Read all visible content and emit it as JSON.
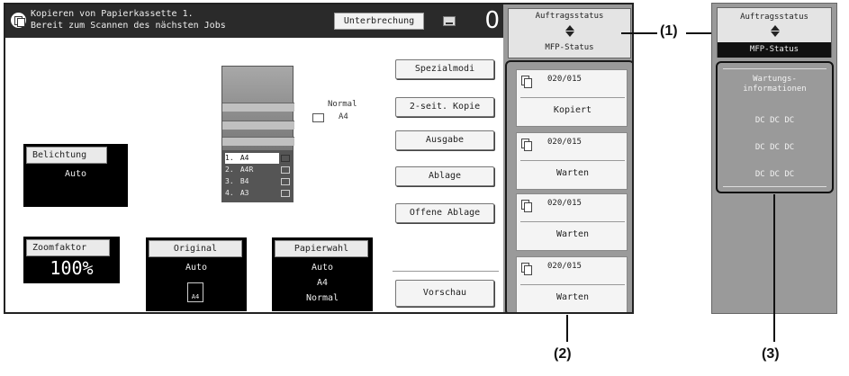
{
  "header": {
    "message_line1": "Kopieren von Papierkassette 1.",
    "message_line2": "Bereit zum Scannen des nächsten Jobs",
    "interrupt_label": "Unterbrechung",
    "copy_count": "0"
  },
  "machine": {
    "output_paper_label": "Normal",
    "output_paper_size": "A4",
    "trays": [
      {
        "num": "1.",
        "size": "A4"
      },
      {
        "num": "2.",
        "size": "A4R"
      },
      {
        "num": "3.",
        "size": "B4"
      },
      {
        "num": "4.",
        "size": "A3"
      }
    ]
  },
  "settings": {
    "exposure_label": "Belichtung",
    "exposure_value": "Auto",
    "zoom_label": "Zoomfaktor",
    "zoom_value": "100%",
    "original_label": "Original",
    "original_value": "Auto",
    "original_icon_text": "A4",
    "paper_label": "Papierwahl",
    "paper_value": "Auto",
    "paper_size": "A4",
    "paper_type": "Normal"
  },
  "buttons": {
    "special_modes": "Spezialmodi",
    "duplex_copy": "2-seit. Kopie",
    "output": "Ausgabe",
    "filing": "Ablage",
    "quick_file": "Offene Ablage",
    "preview": "Vorschau"
  },
  "job_status": {
    "header_top": "Auftragsstatus",
    "header_bottom": "MFP-Status",
    "jobs": [
      {
        "count": "020/015",
        "status": "Kopiert"
      },
      {
        "count": "020/015",
        "status": "Warten"
      },
      {
        "count": "020/015",
        "status": "Warten"
      },
      {
        "count": "020/015",
        "status": "Warten"
      }
    ]
  },
  "mfp_panel": {
    "header_top": "Auftragsstatus",
    "header_bottom": "MFP-Status",
    "maintenance_title_line1": "Wartungs-",
    "maintenance_title_line2": "informationen",
    "lines": [
      "DC DC DC",
      "DC DC DC",
      "DC DC DC"
    ]
  },
  "callouts": {
    "c1": "(1)",
    "c2": "(2)",
    "c3": "(3)"
  }
}
